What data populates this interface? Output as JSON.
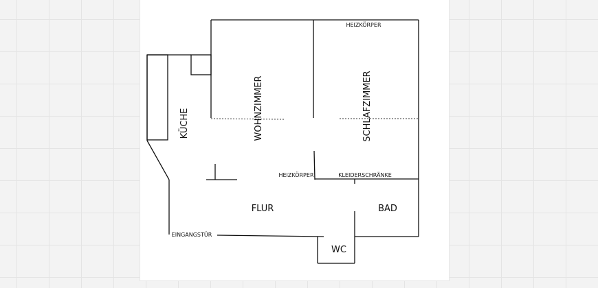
{
  "plan": {
    "rooms": {
      "kueche": "KÜCHE",
      "wohnzimmer": "WOHNZIMMER",
      "schlafzimmer": "SCHLAFZIMMER",
      "flur": "FLUR",
      "bad": "BAD",
      "wc": "WC"
    },
    "annotations": {
      "heizkoerper_top": "HEIZKÖRPER",
      "heizkoerper_mid": "HEIZKÖRPER",
      "kleiderschraenke": "KLEIDERSCHRÄNKE",
      "eingangstuer": "EINGANGSTÜR"
    }
  }
}
